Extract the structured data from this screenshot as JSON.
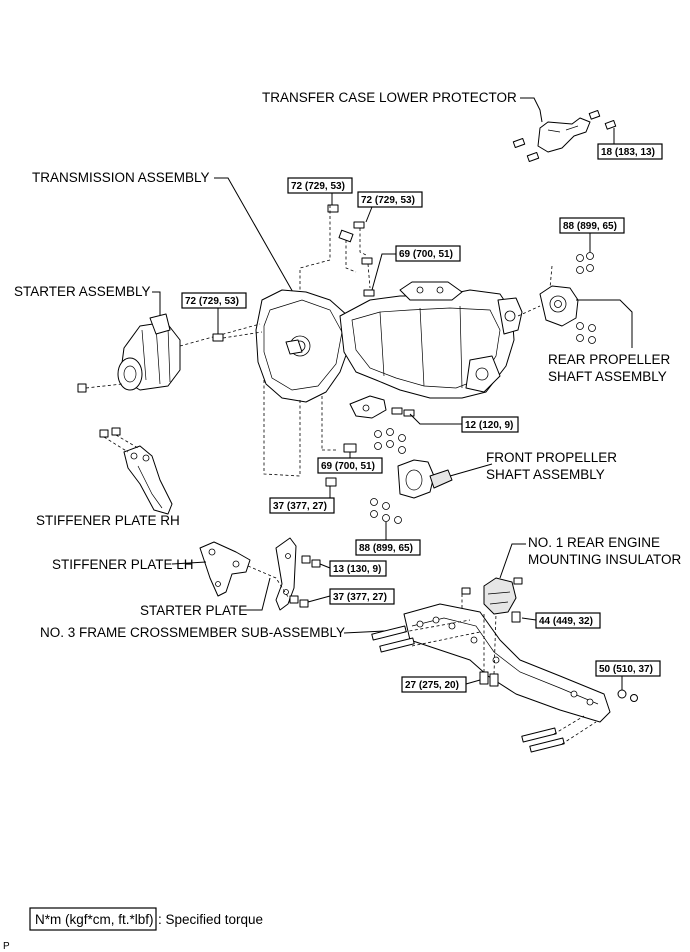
{
  "labels": {
    "transfer_case_lower_protector": "TRANSFER CASE LOWER PROTECTOR",
    "transmission_assembly": "TRANSMISSION ASSEMBLY",
    "starter_assembly": "STARTER ASSEMBLY",
    "rear_propeller_1": "REAR PROPELLER",
    "rear_propeller_2": "SHAFT ASSEMBLY",
    "front_propeller_1": "FRONT PROPELLER",
    "front_propeller_2": "SHAFT ASSEMBLY",
    "stiffener_plate_rh": "STIFFENER PLATE RH",
    "stiffener_plate_lh": "STIFFENER PLATE LH",
    "no1_rear_engine_1": "NO. 1 REAR ENGINE",
    "no1_rear_engine_2": "MOUNTING INSULATOR",
    "starter_plate": "STARTER PLATE",
    "no3_frame_crossmember": "NO. 3 FRAME CROSSMEMBER SUB-ASSEMBLY"
  },
  "torques": {
    "t18": "18 (183, 13)",
    "t72a": "72 (729, 53)",
    "t72b": "72 (729, 53)",
    "t69a": "69 (700, 51)",
    "t88a": "88 (899, 65)",
    "t72c": "72 (729, 53)",
    "t12": "12 (120, 9)",
    "t69b": "69 (700, 51)",
    "t37a": "37 (377, 27)",
    "t88b": "88 (899, 65)",
    "t13": "13 (130, 9)",
    "t37b": "37 (377, 27)",
    "t44": "44 (449, 32)",
    "t50": "50 (510, 37)",
    "t27": "27 (275, 20)"
  },
  "legend": {
    "unit": "N*m (kgf*cm, ft.*lbf)",
    "description": ": Specified torque"
  },
  "page_code": "P"
}
